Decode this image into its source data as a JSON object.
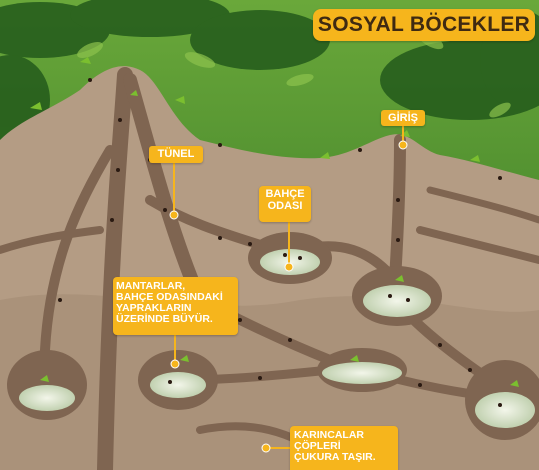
{
  "title": "SOSYAL BÖCEKLER",
  "labels": {
    "tunel": "TÜNEL",
    "giris": "GİRİŞ",
    "bahce": "BAHÇE\nODASI",
    "mantar": "MANTARLAR,\nBAHÇE ODASINDAKİ\nYAPRAKLARIN\nÜZERİNDE BÜYÜR.",
    "karinca": "KARINCALAR\nÇÖPLERİ\nÇUKURA TAŞIR."
  },
  "colors": {
    "label_bg": "#f6b51c",
    "soil": "#b49c84",
    "tunnel": "#7f6551",
    "chamber_fungus": "#dfe7cf",
    "jungle": "#2f7a24"
  }
}
